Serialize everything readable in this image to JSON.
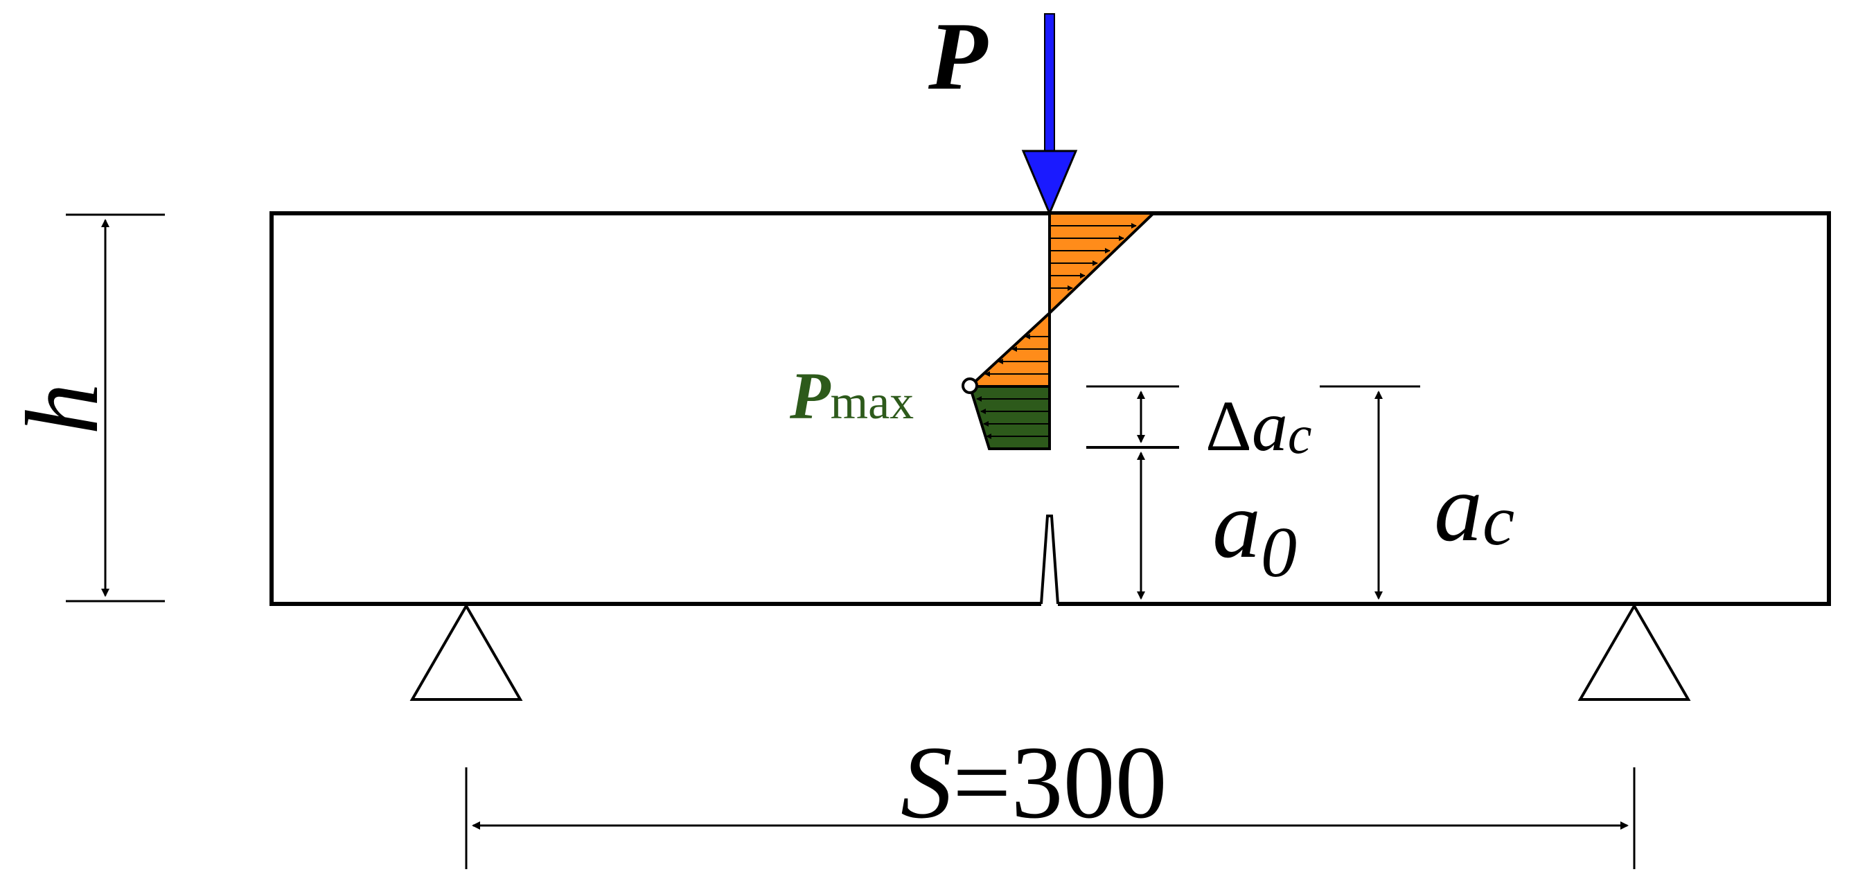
{
  "labels": {
    "load_symbol": "P",
    "height_symbol": "h",
    "pmax_symbol": "P",
    "pmax_subscript": "max",
    "delta_symbol": "Δ",
    "delta_a_base": "a",
    "delta_a_sub": "c",
    "a0_base": "a",
    "a0_sub": "0",
    "ac_base": "a",
    "ac_sub": "c",
    "span_symbol": "S",
    "span_equals": "=",
    "span_value": "300"
  },
  "colors": {
    "load_arrow": "#1a1aff",
    "compression_zone": "#ff8c1a",
    "cohesive_zone": "#2d5a1b",
    "pmax_label": "#2d5a1b",
    "outline": "#000000"
  }
}
